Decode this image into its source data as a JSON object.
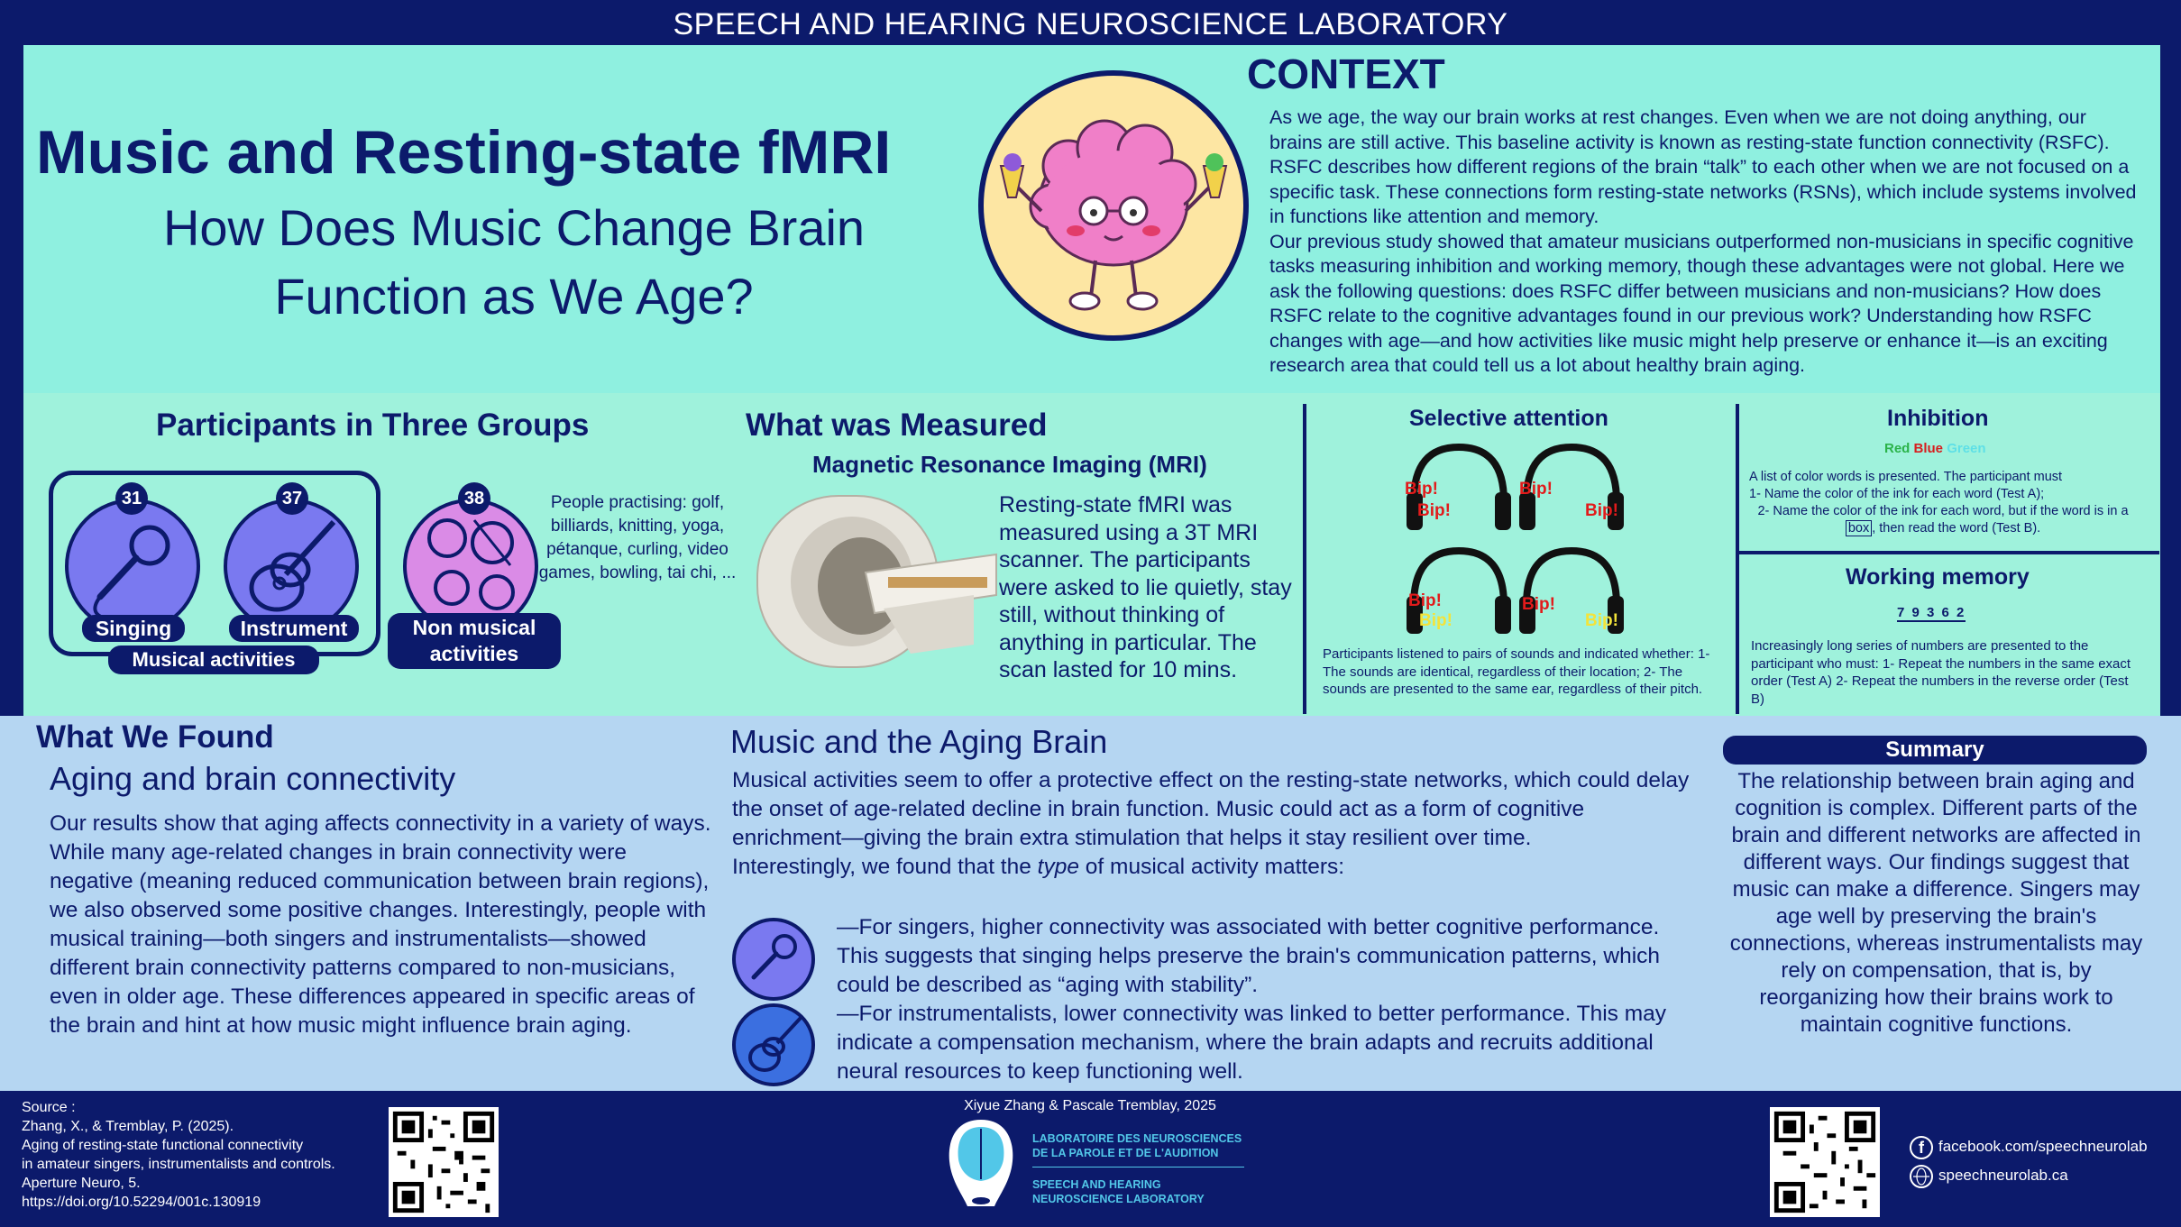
{
  "header": {
    "lab_name": "SPEECH AND HEARING NEUROSCIENCE LABORATORY"
  },
  "hero": {
    "title": "Music and Resting-state fMRI",
    "subtitle": "How Does Music Change Brain Function as We Age?"
  },
  "context": {
    "title": "CONTEXT",
    "paragraph1": "As we age, the way our brain works at rest changes. Even when we are not doing anything, our brains are still active. This baseline activity is known as resting-state function connectivity (RSFC). RSFC describes how different regions of the brain “talk” to each other when we are not focused on a specific task. These connections form resting-state networks (RSNs), which include systems involved in functions like attention and memory.",
    "paragraph2": "Our previous study showed that amateur musicians outperformed non-musicians in specific cognitive tasks measuring inhibition and working memory, though these advantages were not global. Here we ask the following questions: does RSFC differ between musicians and non-musicians? How does RSFC relate to the cognitive advantages found in our previous work? Understanding how RSFC changes with age—and how activities like music might help preserve or enhance it—is an exciting research area that could tell us a lot about healthy brain aging."
  },
  "participants": {
    "title": "Participants in Three Groups",
    "groups": [
      {
        "count": "31",
        "label": "Singing"
      },
      {
        "count": "37",
        "label": "Instrument"
      },
      {
        "count": "38",
        "label": "Non musical activities"
      }
    ],
    "musical_label": "Musical activities",
    "non_musical_note": "People practising: golf, billiards, knitting, yoga, pétanque, curling, video games, bowling, tai chi, ..."
  },
  "measured": {
    "title": "What was Measured",
    "subtitle": "Magnetic Resonance Imaging (MRI)",
    "text": "Resting-state fMRI was measured using a 3T MRI scanner. The participants were asked to lie quietly, stay still, without thinking of anything in particular. The scan lasted for 10 mins."
  },
  "selective_attention": {
    "title": "Selective attention",
    "sound_word": "Bip!",
    "description": "Participants listened to pairs of sounds and indicated whether: 1- The sounds are identical, regardless of their location; 2- The sounds are presented to the same ear, regardless of their pitch."
  },
  "inhibition": {
    "title": "Inhibition",
    "color_words": [
      "Red",
      "Blue",
      "Green"
    ],
    "colors": [
      "#2bb34a",
      "#d61f1f",
      "#5fe0e6"
    ],
    "line1": "A list of color words is presented. The participant must",
    "line2": "1- Name the color of the ink for each word (Test A);",
    "line3a": "2- Name the color of the ink for each word, but if the word is in a",
    "box_word": "box",
    "line3b": ", then read the word (Test B)."
  },
  "working_memory": {
    "title": "Working memory",
    "digits": "7 9 3 6 2",
    "description": "Increasingly long series of numbers are presented to the participant who must: 1- Repeat the numbers in the same exact order (Test A) 2- Repeat the numbers in the reverse order (Test B)"
  },
  "found": {
    "title": "What We Found",
    "subtitle": "Aging and brain connectivity",
    "text": "Our results show that aging affects connectivity in a variety of ways. While many age-related changes in brain connectivity were negative (meaning reduced communication between brain regions), we also observed some positive changes. Interestingly, people with musical training—both singers and instrumentalists—showed different brain connectivity patterns compared to non-musicians, even in older age. These differences appeared in specific areas of the brain and hint at how music might influence brain aging."
  },
  "aging": {
    "title": "Music and the Aging Brain",
    "para1": "Musical activities seem to offer a protective effect on the resting-state networks, which could delay the onset of age-related decline in brain function. Music could act as a form of cognitive enrichment—giving the brain extra stimulation that helps it stay resilient over time.",
    "para2_a": "Interestingly, we found that the ",
    "para2_em": "type",
    "para2_b": " of musical activity matters:",
    "singers": "—For singers, higher connectivity was associated with better cognitive performance. This suggests that singing helps preserve the brain's communication patterns, which could be described as “aging with stability”.",
    "instrumentalists": "—For instrumentalists, lower connectivity was linked to better performance. This may indicate a compensation mechanism, where the brain adapts and recruits additional neural resources to keep functioning well."
  },
  "summary": {
    "title": "Summary",
    "text": "The relationship between brain aging and cognition is complex. Different parts of the brain and different networks are affected in different ways. Our findings suggest that music can make a difference. Singers may age well by preserving the brain's connections, whereas instrumentalists may rely on compensation, that is, by reorganizing how their brains work to maintain cognitive functions."
  },
  "footer": {
    "source_label": "Source :",
    "source_lines": [
      "Zhang, X., & Tremblay, P. (2025).",
      "Aging of resting-state functional connectivity",
      " in amateur singers, instrumentalists and controls.",
      "Aperture Neuro, 5.",
      "https://doi.org/10.52294/001c.130919"
    ],
    "authors": "Xiyue Zhang & Pascale Tremblay, 2025",
    "logo_fr_1": "LABORATOIRE DES NEUROSCIENCES",
    "logo_fr_2": "DE LA PAROLE ET DE L'AUDITION",
    "logo_en_1": "SPEECH AND HEARING",
    "logo_en_2": "NEUROSCIENCE LABORATORY",
    "facebook": "facebook.com/speechneurolab",
    "website": "speechneurolab.ca"
  }
}
